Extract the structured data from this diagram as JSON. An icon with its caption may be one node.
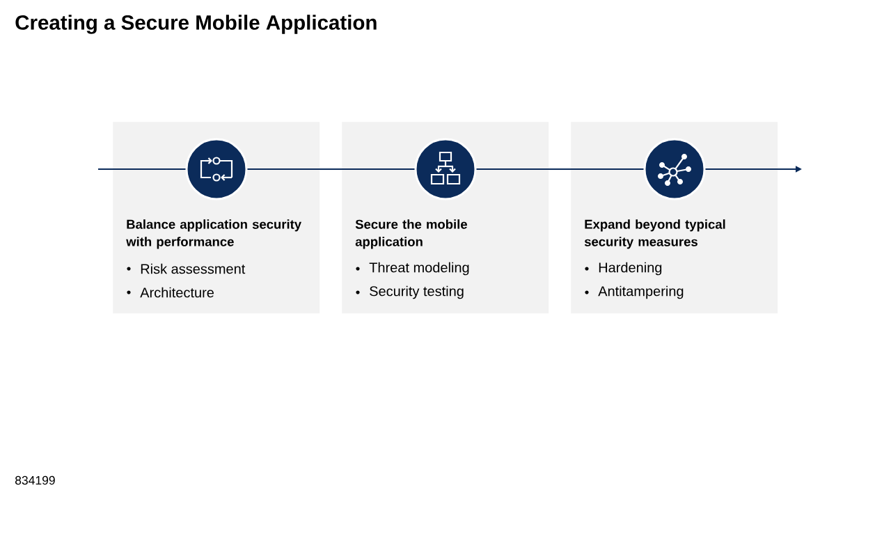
{
  "diagram": {
    "title": "Creating a Secure Mobile Application",
    "nodes": [
      {
        "text": [
          "Balance application security with performance",
          "Risk assessment",
          "Architecture"
        ]
      },
      {
        "text": [],
        "shape": "circle",
        "in": 0
      },
      {
        "text": [
          "Secure the mobile application",
          "Threat modeling",
          "Security testing"
        ]
      },
      {
        "text": [],
        "shape": "circle",
        "in": 2
      },
      {
        "text": [
          "Expand beyond typical security measures",
          "Hardening",
          "Antitampering"
        ]
      },
      {
        "text": [],
        "shape": "circle",
        "in": 4
      }
    ],
    "edges": [
      {
        "from": null,
        "to": 1,
        "arrow": "none"
      },
      {
        "from": 1,
        "to": 3,
        "arrow": "none"
      },
      {
        "from": 3,
        "to": 5,
        "arrow": "none"
      },
      {
        "from": 5,
        "to": null,
        "arrow": "to"
      }
    ],
    "labels": [
      "834199"
    ]
  }
}
